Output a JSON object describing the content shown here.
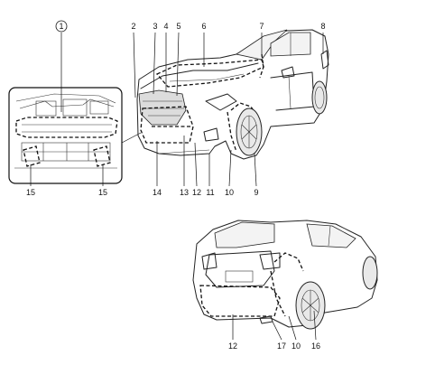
{
  "circled_callout": "1",
  "callouts_front": [
    "2",
    "3",
    "4",
    "5",
    "6",
    "7",
    "8"
  ],
  "callouts_front_bottom": [
    "14",
    "13",
    "12",
    "11",
    "10",
    "9"
  ],
  "callouts_inset": [
    "15",
    "15"
  ],
  "callouts_rear": [
    "12",
    "17",
    "10",
    "16"
  ]
}
